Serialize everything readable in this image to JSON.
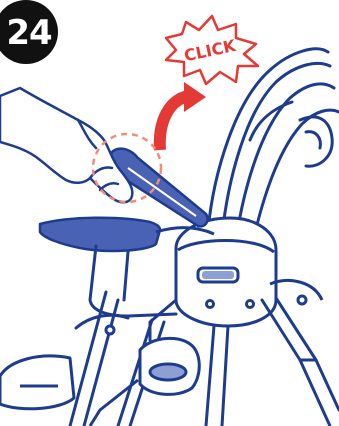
{
  "step": {
    "number": "24"
  },
  "callout": {
    "text": "CLICK"
  },
  "colors": {
    "line": "#1d3c8f",
    "accent_red": "#e53935",
    "fill_blue": "#4a62b3",
    "highlight_circle": "#ef8f7a",
    "badge": "#111111"
  },
  "icons": {
    "badge": "step-number-badge",
    "starburst": "click-starburst-icon",
    "arrow": "curved-arrow-up-icon",
    "hand": "hand-icon",
    "highchair": "highchair-illustration"
  }
}
